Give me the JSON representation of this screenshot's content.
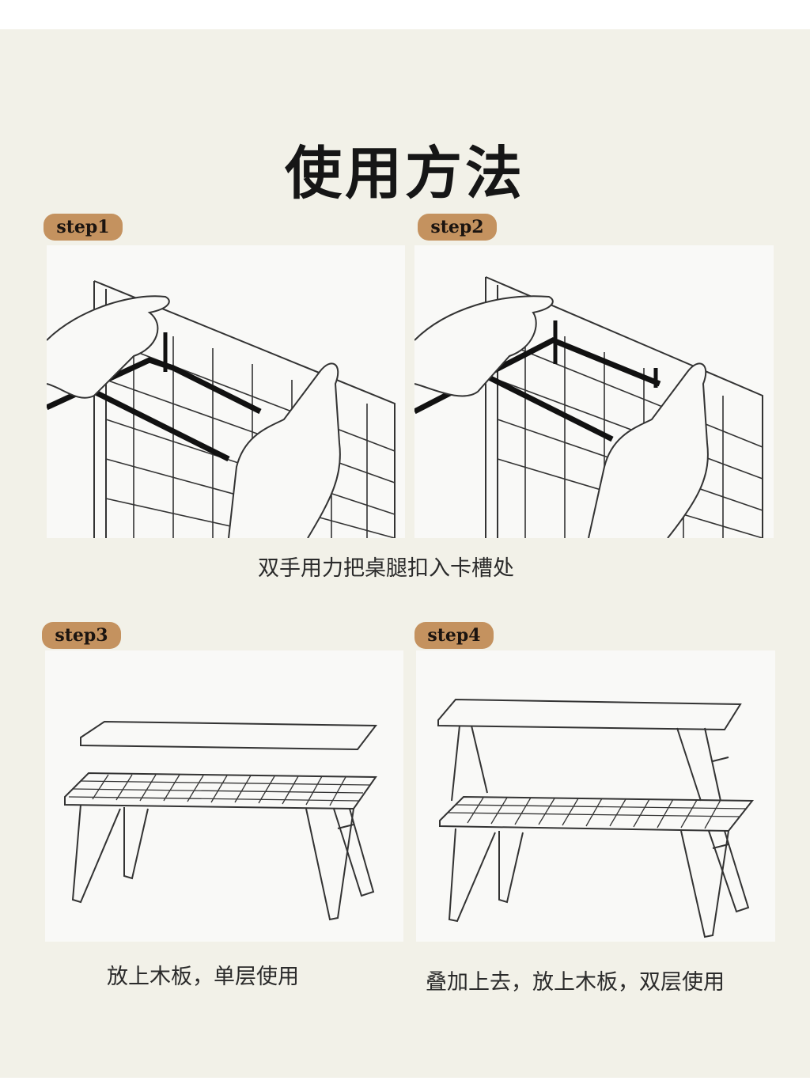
{
  "title": "使用方法",
  "steps": [
    {
      "badge": "step1"
    },
    {
      "badge": "step2"
    },
    {
      "badge": "step3"
    },
    {
      "badge": "step4"
    }
  ],
  "captions": {
    "step12": "双手用力把桌腿扣入卡槽处",
    "step3": "放上木板，单层使用",
    "step4": "叠加上去，放上木板，双层使用"
  },
  "colors": {
    "background": "#f2f1e8",
    "badge": "#c4925f"
  }
}
